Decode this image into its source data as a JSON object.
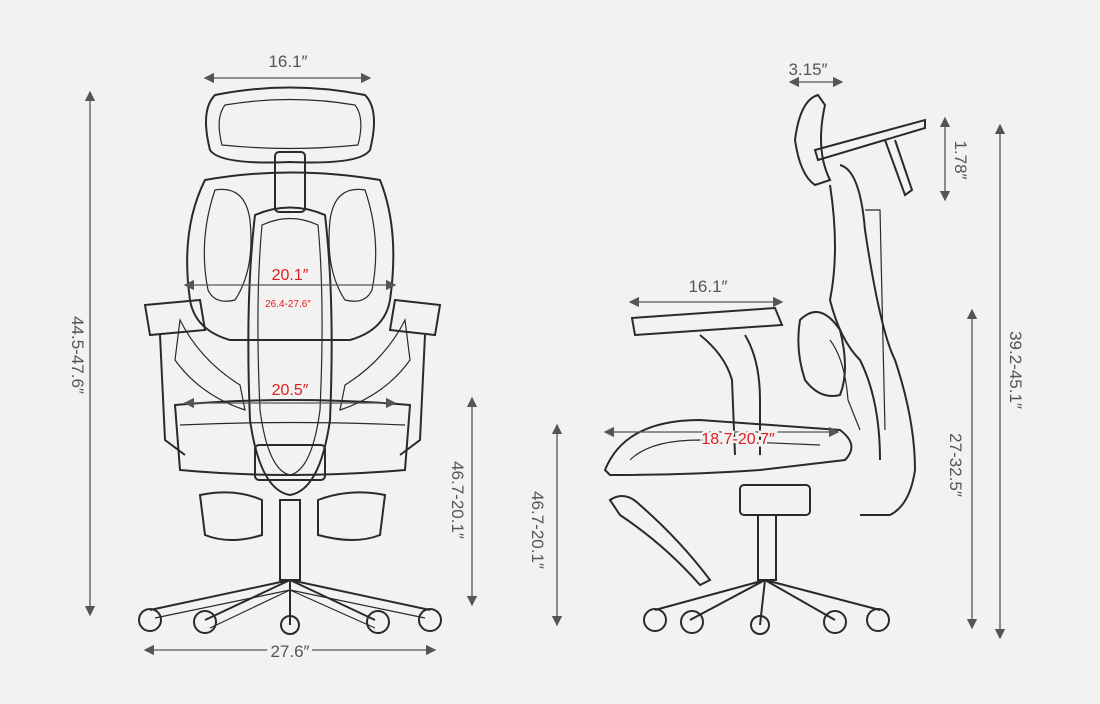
{
  "front_view": {
    "top_width": "16.1″",
    "overall_height": "44.5-47.6″",
    "seat_height": "46.7-20.1″",
    "base_width": "27.6″",
    "back_width": "20.1″",
    "armrest_width": "26.4-27.6″",
    "seat_width": "20.5″"
  },
  "side_view": {
    "headrest_depth": "3.15″",
    "headrest_adjust": "1.78″",
    "armrest_length": "16.1″",
    "seat_depth": "18.7-20.7″",
    "seat_height": "46.7-20.1″",
    "back_height": "27-32.5″",
    "overall_height": "39.2-45.1″"
  },
  "colors": {
    "background": "#f2f2f2",
    "dimension_text": "#555555",
    "highlight_text": "#e21c1c",
    "line_art": "#2a2a2a"
  }
}
